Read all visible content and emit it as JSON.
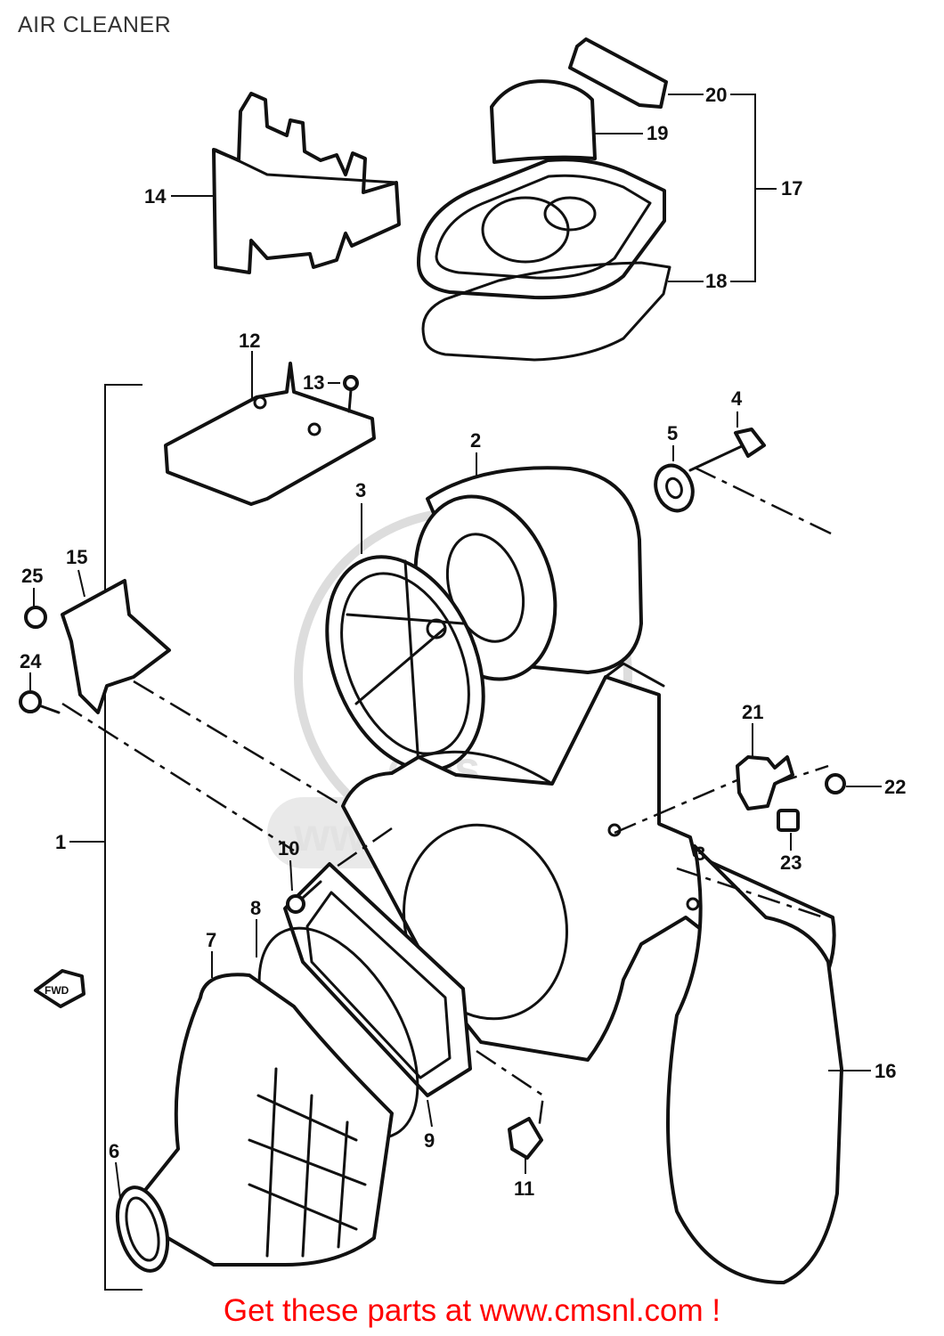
{
  "page": {
    "title": "AIR CLEANER",
    "footer_link": "Get these parts at www.cmsnl.com !",
    "footer_color": "#ff0000"
  },
  "watermark": {
    "text": "www.cmsnl.com",
    "badge": "cms"
  },
  "diagram": {
    "arrow_label": "FWD",
    "callouts": [
      "1",
      "2",
      "3",
      "3",
      "4",
      "5",
      "6",
      "7",
      "8",
      "9",
      "10",
      "11",
      "12",
      "13",
      "14",
      "15",
      "16",
      "17",
      "18",
      "19",
      "20",
      "21",
      "22",
      "23",
      "24",
      "25"
    ]
  }
}
